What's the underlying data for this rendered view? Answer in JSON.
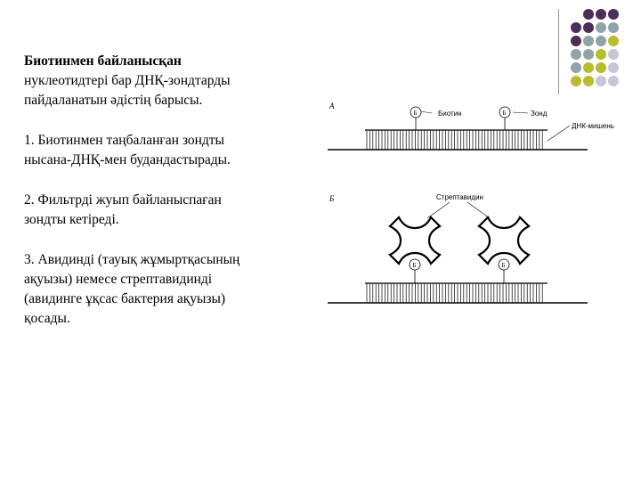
{
  "decor": {
    "colors": [
      "#4b2e5a",
      "#8ea4a8",
      "#b9bd2c",
      "#c9c5d6"
    ],
    "grid": [
      [
        "#4b2e5a",
        "#4b2e5a",
        "#4b2e5a"
      ],
      [
        "#4b2e5a",
        "#4b2e5a",
        "#8ea4a8",
        "#8ea4a8"
      ],
      [
        "#4b2e5a",
        "#8ea4a8",
        "#8ea4a8",
        "#b9bd2c"
      ],
      [
        "#8ea4a8",
        "#8ea4a8",
        "#b9bd2c",
        "#c9c5d6"
      ],
      [
        "#8ea4a8",
        "#b9bd2c",
        "#b9bd2c",
        "#c9c5d6"
      ],
      [
        "#b9bd2c",
        "#b9bd2c",
        "#c9c5d6",
        "#c9c5d6"
      ]
    ]
  },
  "text": {
    "title_line1": "Биотинмен байланысқан",
    "title_line2": "нуклеотидтері  бар ДНҚ-зондтарды",
    "title_line3": "пайдаланатын әдістің барысы.",
    "step1_line1": "1. Биотинмен таңбаланған зондты",
    "step1_line2": "нысана-ДНҚ-мен  будандастырады.",
    "step2_line1": "2. Фильтрді жуып байланыспаған",
    "step2_line2": "зондты кетіреді.",
    "step3_line1": "3. Авидинді (тауық жұмыртқасының",
    "step3_line2": "ақуызы) немесе  стрептавидинді",
    "step3_line3": "(авидинге ұқсас бактерия ақуызы)",
    "step3_line4": "қосады."
  },
  "diagram": {
    "panel_a_tag": "А",
    "panel_b_tag": "Б",
    "biotin_label": "Биотин",
    "probe_label": "Зонд",
    "target_dna_label": "ДНК-мишень",
    "streptavidin_label": "Стрептавидин",
    "biotin_symbol": "Б"
  }
}
